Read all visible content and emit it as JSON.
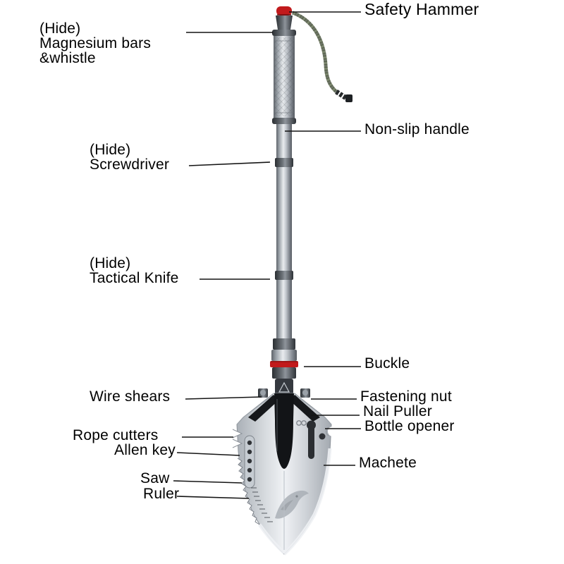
{
  "labels": {
    "safety_hammer": "Safety Hammer",
    "magnesium": {
      "line1": "(Hide)",
      "line2": "Magnesium bars",
      "line3": "&whistle"
    },
    "non_slip_handle": "Non-slip handle",
    "screwdriver": {
      "line1": "(Hide)",
      "line2": "Screwdriver"
    },
    "tactical_knife": {
      "line1": "(Hide)",
      "line2": "Tactical Knife"
    },
    "buckle": "Buckle",
    "wire_shears": "Wire shears",
    "fastening_nut": "Fastening nut",
    "nail_puller": "Nail Puller",
    "bottle_opener": "Bottle opener",
    "rope_cutters": "Rope cutters",
    "allen_key": "Allen key",
    "machete": "Machete",
    "saw": "Saw",
    "ruler": "Ruler"
  },
  "colors": {
    "accent_red": "#c11a1c",
    "text": "#000000",
    "callout_line": "#141414"
  }
}
